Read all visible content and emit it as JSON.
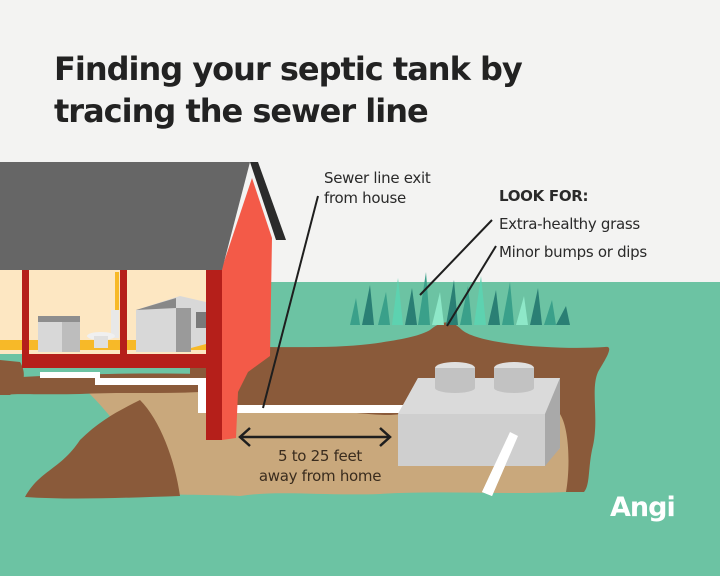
{
  "title": {
    "line1": "Finding your septic tank by",
    "line2": "tracing the sewer line"
  },
  "labels": {
    "sewer_exit_line1": "Sewer line exit",
    "sewer_exit_line2": "from house",
    "look_for": "LOOK FOR:",
    "extra_healthy_grass": "Extra-healthy grass",
    "minor_bumps": "Minor bumps or dips",
    "distance_line1": "5 to 25 feet",
    "distance_line2": "away from home"
  },
  "brand": {
    "logo": "Angi"
  },
  "colors": {
    "background": "#f3f3f2",
    "ground_green": "#6cc3a3",
    "soil_dark": "#8a5a3a",
    "soil_light": "#c9a87c",
    "roof": "#666666",
    "house_wall": "#f35a48",
    "house_frame": "#b51f1a",
    "interior": "#fde7c2",
    "tank": "#cfcfcf",
    "pipe": "#ffffff",
    "text": "#222222"
  }
}
